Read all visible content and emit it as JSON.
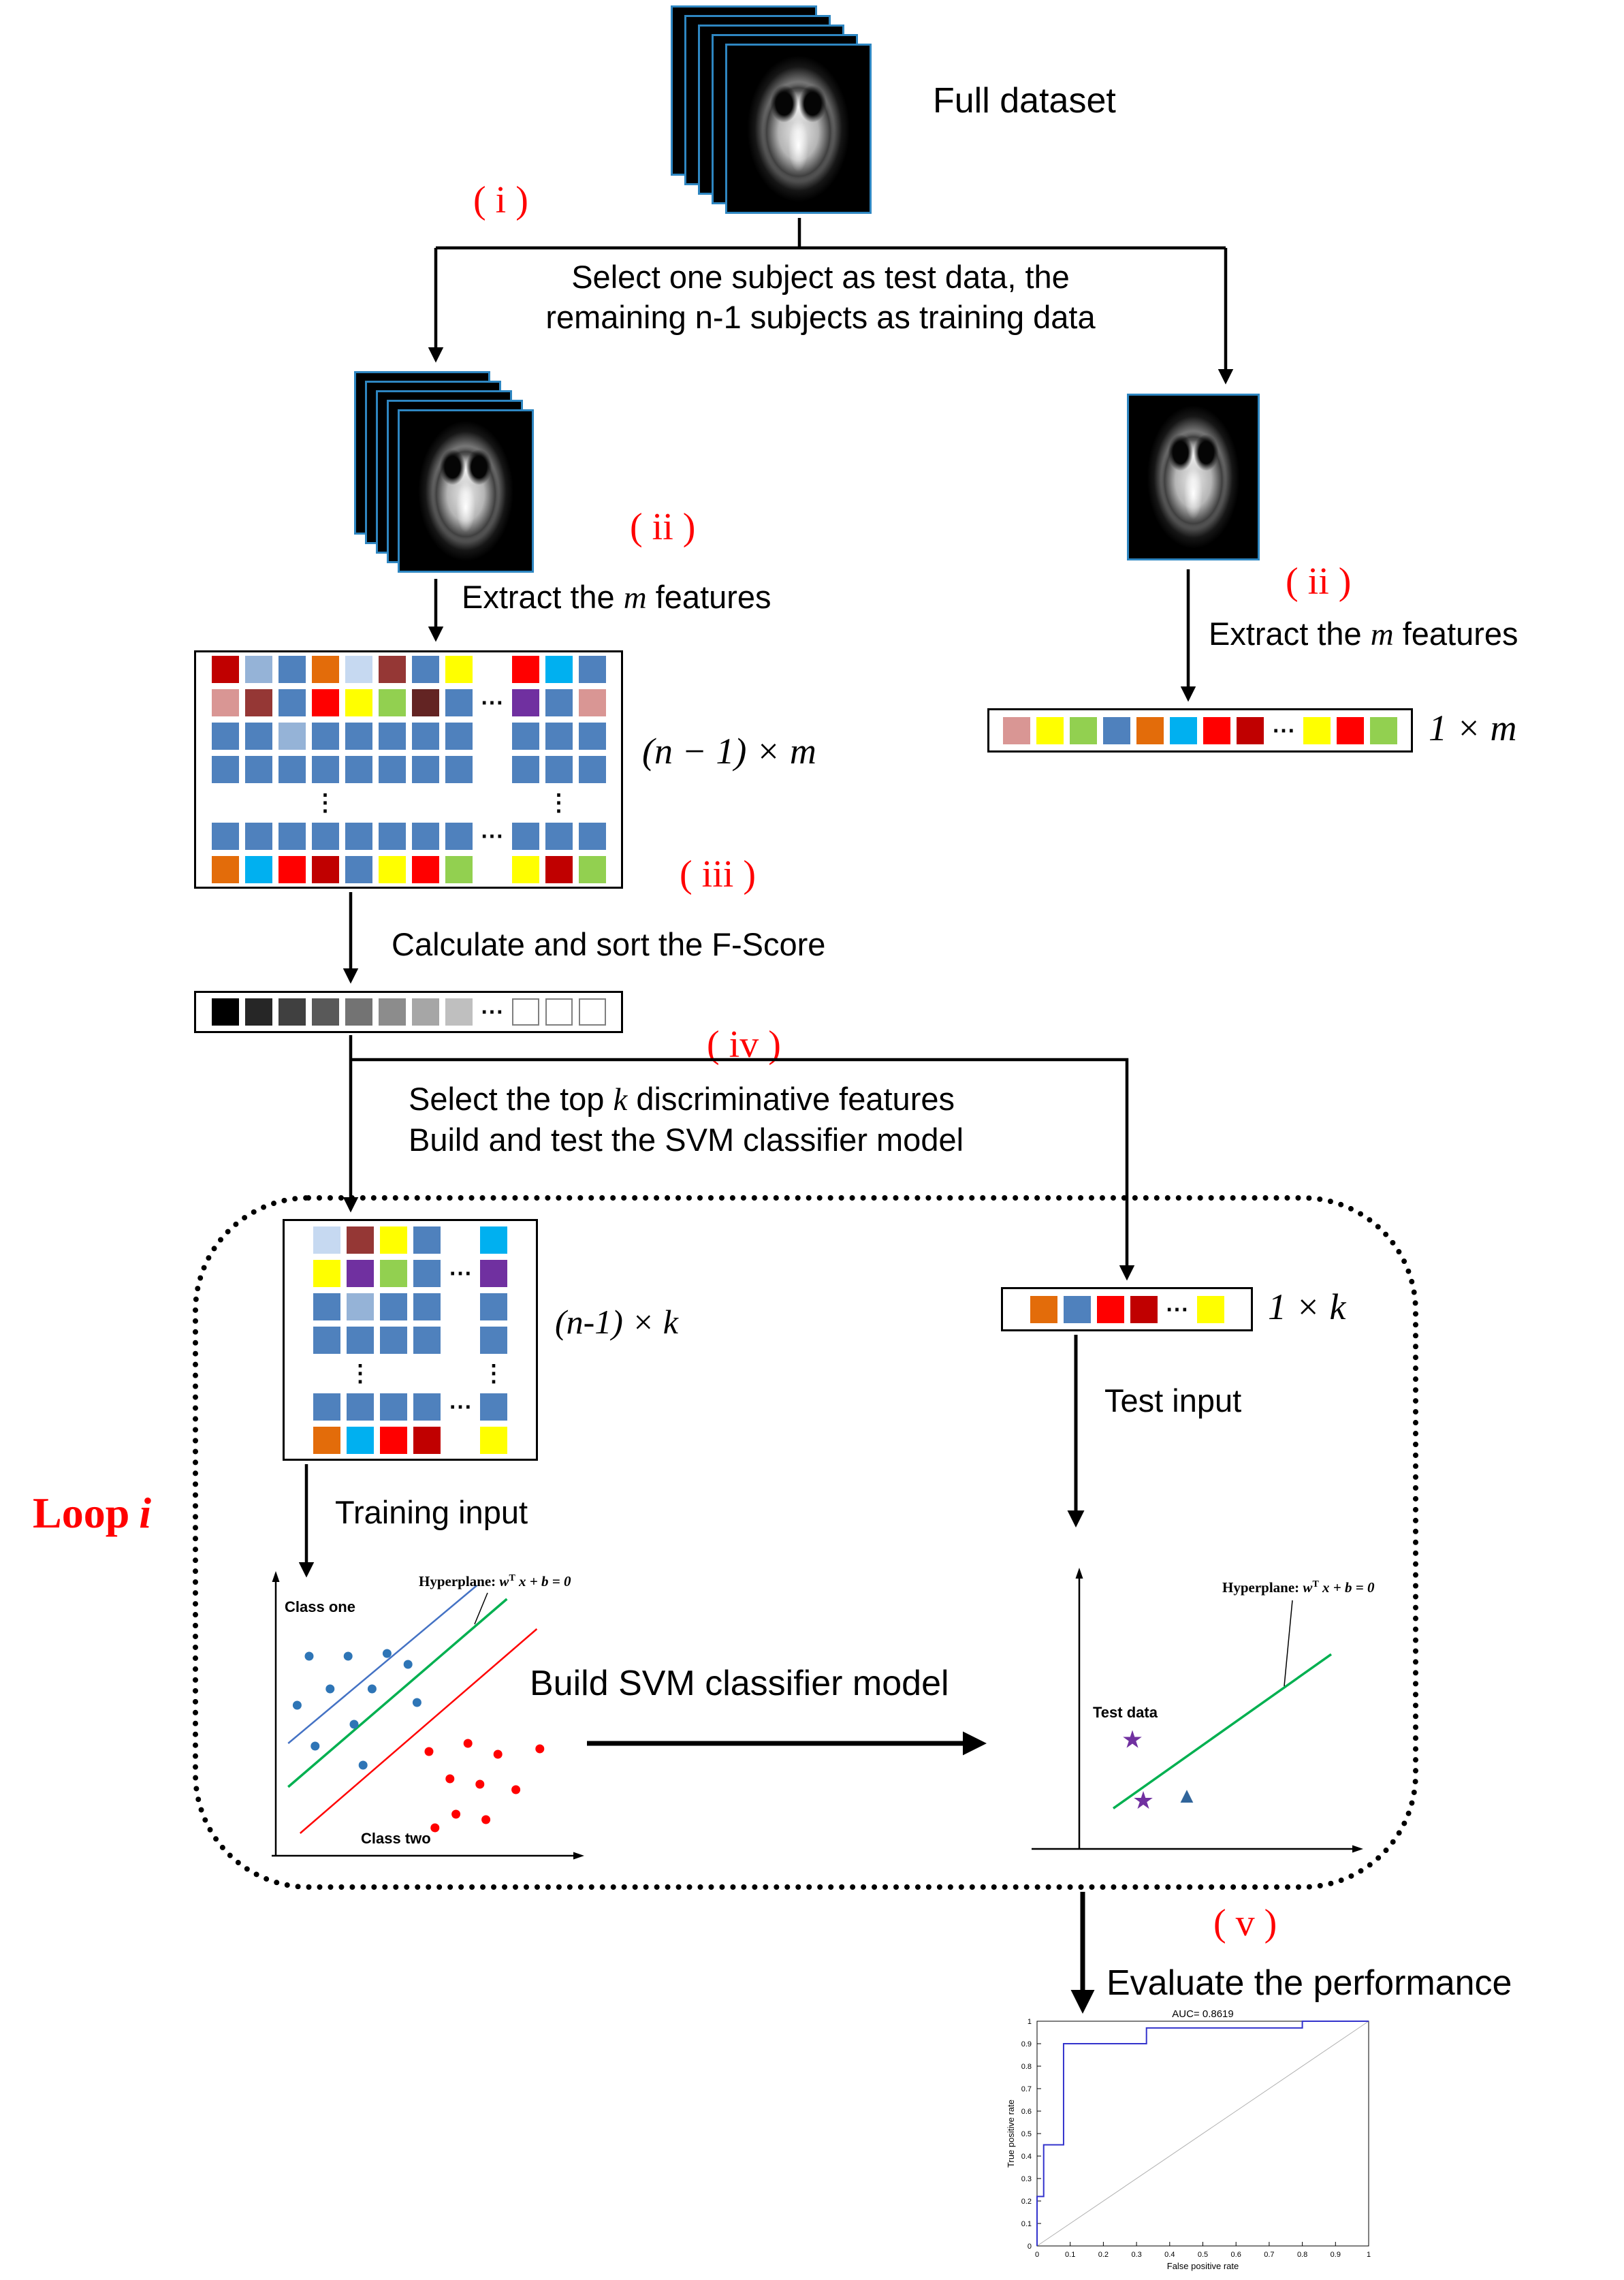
{
  "full_dataset_label": "Full dataset",
  "steps": {
    "i": {
      "label": "( i )",
      "line1": "Select one subject as test data, the",
      "line2": "remaining n-1 subjects as training data"
    },
    "ii_left": {
      "label": "( ii )",
      "pre": "Extract the ",
      "math": "m",
      "post": " features"
    },
    "ii_right": {
      "label": "( ii )",
      "pre": "Extract the ",
      "math": "m",
      "post": " features"
    },
    "iii": {
      "label": "( iii )",
      "text": "Calculate and sort the F-Score"
    },
    "iv": {
      "label": "( iv )",
      "line1_pre": "Select the top ",
      "line1_math": "k",
      "line1_post": " discriminative features",
      "line2": "Build and test the SVM classifier model"
    },
    "v": {
      "label": "( v )",
      "text": "Evaluate the performance"
    }
  },
  "loop_label": {
    "pre": "Loop",
    "italic": "i"
  },
  "dims": {
    "train_full": "(n − 1) × m",
    "test_full": "1 × m",
    "train_k": "(n-1) × k",
    "test_k": "1 × k"
  },
  "io_labels": {
    "training_input": "Training input",
    "test_input": "Test input",
    "build_svm": "Build SVM classifier model"
  },
  "matrices": {
    "train_full": {
      "grid": [
        [
          "#c00000",
          "#95b3d7",
          "#4f81bd",
          "#e36c0a",
          "#c6d9f1",
          "#953735",
          "#4f81bd",
          "#ffff00",
          "",
          "#ff0000",
          "#00b0f0",
          "#4f81bd"
        ],
        [
          "#d99694",
          "#953735",
          "#4f81bd",
          "#ff0000",
          "#ffff00",
          "#92d050",
          "#632423",
          "#4f81bd",
          "h",
          "#7030a0",
          "#4f81bd",
          "#d99694"
        ],
        [
          "#4f81bd",
          "#4f81bd",
          "#95b3d7",
          "#4f81bd",
          "#4f81bd",
          "#4f81bd",
          "#4f81bd",
          "#4f81bd",
          "",
          "#4f81bd",
          "#4f81bd",
          "#4f81bd"
        ],
        [
          "#4f81bd",
          "#4f81bd",
          "#4f81bd",
          "#4f81bd",
          "#4f81bd",
          "#4f81bd",
          "#4f81bd",
          "#4f81bd",
          "",
          "#4f81bd",
          "#4f81bd",
          "#4f81bd"
        ],
        [
          "",
          "",
          "",
          "v",
          "",
          "",
          "",
          "",
          "",
          "",
          "v",
          ""
        ],
        [
          "#4f81bd",
          "#4f81bd",
          "#4f81bd",
          "#4f81bd",
          "#4f81bd",
          "#4f81bd",
          "#4f81bd",
          "#4f81bd",
          "h",
          "#4f81bd",
          "#4f81bd",
          "#4f81bd"
        ],
        [
          "#e36c0a",
          "#00b0f0",
          "#ff0000",
          "#c00000",
          "#4f81bd",
          "#ffff00",
          "#ff0000",
          "#92d050",
          "",
          "#ffff00",
          "#c00000",
          "#92d050"
        ]
      ]
    },
    "test_vector": {
      "grid": [
        [
          "#d99694",
          "#ffff00",
          "#92d050",
          "#4f81bd",
          "#e36c0a",
          "#00b0f0",
          "#ff0000",
          "#c00000",
          "h",
          "#ffff00",
          "#ff0000",
          "#92d050"
        ]
      ]
    },
    "fscore": {
      "grid": [
        [
          "#000000",
          "#262626",
          "#404040",
          "#595959",
          "#737373",
          "#8c8c8c",
          "#a6a6a6",
          "#bfbfbf",
          "h",
          "#ffffff",
          "#ffffff",
          "#ffffff"
        ]
      ]
    },
    "loop_train": {
      "grid": [
        [
          "#c6d9f1",
          "#953735",
          "#ffff00",
          "#4f81bd",
          "",
          "#00b0f0"
        ],
        [
          "#ffff00",
          "#7030a0",
          "#92d050",
          "#4f81bd",
          "h",
          "#7030a0"
        ],
        [
          "#4f81bd",
          "#95b3d7",
          "#4f81bd",
          "#4f81bd",
          "",
          "#4f81bd"
        ],
        [
          "#4f81bd",
          "#4f81bd",
          "#4f81bd",
          "#4f81bd",
          "",
          "#4f81bd"
        ],
        [
          "",
          "v",
          "",
          "",
          "",
          "v"
        ],
        [
          "#4f81bd",
          "#4f81bd",
          "#4f81bd",
          "#4f81bd",
          "h",
          "#4f81bd"
        ],
        [
          "#e36c0a",
          "#00b0f0",
          "#ff0000",
          "#c00000",
          "",
          "#ffff00"
        ]
      ]
    },
    "loop_test": {
      "grid": [
        [
          "#e36c0a",
          "#4f81bd",
          "#ff0000",
          "#c00000",
          "h",
          "#ffff00"
        ]
      ]
    }
  },
  "svm_left": {
    "class_one": "Class one",
    "class_two": "Class two",
    "hyperplane": {
      "pre": "Hyperplane:",
      "w": "w",
      "sup": "T",
      "rest": "x + b = 0"
    },
    "point_colors": {
      "class_one": "#2e75b6",
      "class_two": "#ff0000"
    },
    "line_colors": {
      "upper": "#4472c4",
      "hyperplane": "#00b050",
      "lower": "#ff0000"
    },
    "blue_points": [
      [
        0.1,
        0.28
      ],
      [
        0.06,
        0.46
      ],
      [
        0.17,
        0.4
      ],
      [
        0.23,
        0.28
      ],
      [
        0.12,
        0.61
      ],
      [
        0.25,
        0.53
      ],
      [
        0.31,
        0.4
      ],
      [
        0.36,
        0.27
      ],
      [
        0.43,
        0.31
      ],
      [
        0.28,
        0.68
      ],
      [
        0.46,
        0.45
      ]
    ],
    "red_points": [
      [
        0.5,
        0.63
      ],
      [
        0.57,
        0.73
      ],
      [
        0.63,
        0.6
      ],
      [
        0.67,
        0.75
      ],
      [
        0.73,
        0.64
      ],
      [
        0.59,
        0.86
      ],
      [
        0.69,
        0.88
      ],
      [
        0.79,
        0.77
      ],
      [
        0.87,
        0.62
      ],
      [
        0.52,
        0.91
      ]
    ],
    "lines": {
      "upper": [
        [
          0.03,
          0.6
        ],
        [
          0.66,
          0.02
        ]
      ],
      "hyperplane": [
        [
          0.03,
          0.76
        ],
        [
          0.76,
          0.07
        ]
      ],
      "lower": [
        [
          0.07,
          0.93
        ],
        [
          0.86,
          0.18
        ]
      ]
    }
  },
  "svm_right": {
    "test_data_label": "Test data",
    "hyperplane": {
      "pre": "Hyperplane:",
      "w": "w",
      "sup": "T",
      "rest": "x + b = 0"
    },
    "line_color": "#00b050",
    "line": [
      [
        0.1,
        0.86
      ],
      [
        0.9,
        0.28
      ]
    ],
    "star_color": "#7030a0",
    "stars": [
      [
        0.17,
        0.6
      ],
      [
        0.21,
        0.83
      ]
    ],
    "triangle_color": "#31659b",
    "triangle": [
      [
        0.37,
        0.81
      ]
    ]
  },
  "roc": {
    "title": "AUC= 0.8619",
    "xlabel": "False positive rate",
    "ylabel": "True positive rate",
    "xticks": [
      "0",
      "0.1",
      "0.2",
      "0.3",
      "0.4",
      "0.5",
      "0.6",
      "0.7",
      "0.8",
      "0.9",
      "1"
    ],
    "yticks": [
      "0",
      "0.1",
      "0.2",
      "0.3",
      "0.4",
      "0.5",
      "0.6",
      "0.7",
      "0.8",
      "0.9",
      "1"
    ],
    "curve_color": "#3333cc",
    "diagonal_color": "#b0b0b0",
    "curve": [
      [
        0,
        0
      ],
      [
        0,
        0.22
      ],
      [
        0.02,
        0.22
      ],
      [
        0.02,
        0.45
      ],
      [
        0.08,
        0.45
      ],
      [
        0.08,
        0.9
      ],
      [
        0.33,
        0.9
      ],
      [
        0.33,
        0.97
      ],
      [
        0.8,
        0.97
      ],
      [
        0.8,
        1
      ],
      [
        1,
        1
      ]
    ]
  }
}
